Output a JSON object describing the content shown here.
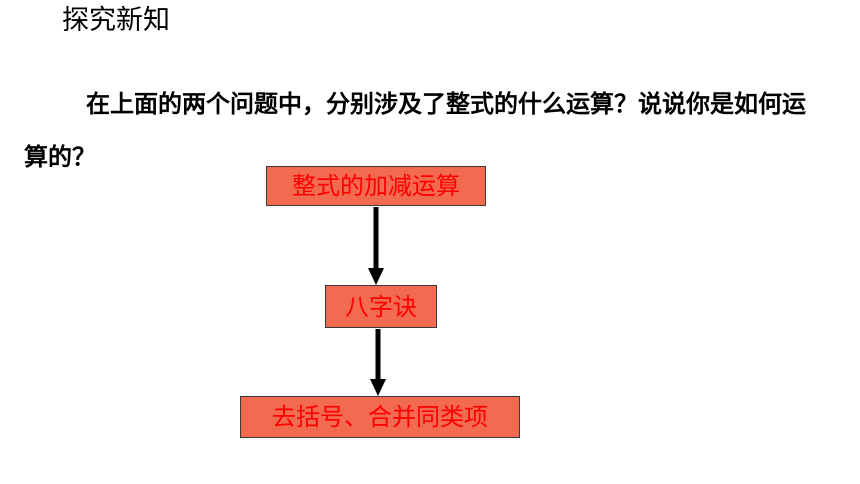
{
  "header": {
    "title": "探究新知"
  },
  "question": {
    "text": "在上面的两个问题中，分别涉及了整式的什么运算？说说你是如何运算的？"
  },
  "flowchart": {
    "steps": [
      {
        "label": "整式的加减运算"
      },
      {
        "label": "八字诀"
      },
      {
        "label": "去括号、合并同类项"
      }
    ],
    "colors": {
      "box_fill": "#f26a50",
      "text": "#ff0000",
      "arrow": "#000000"
    }
  }
}
